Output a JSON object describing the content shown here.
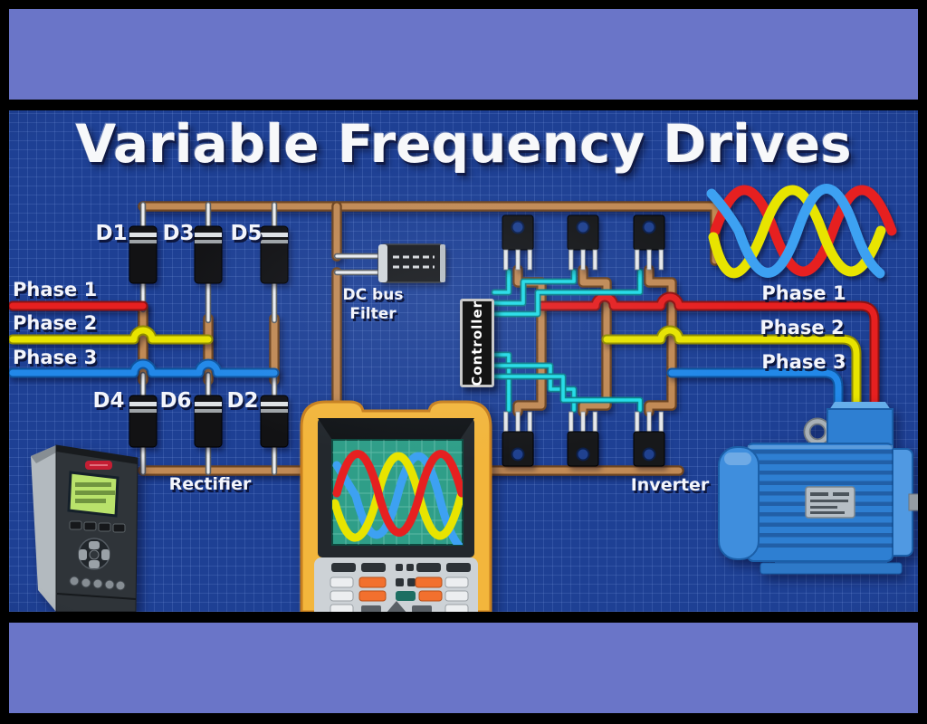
{
  "title": "Variable Frequency Drives",
  "labels": {
    "controller": "Controller",
    "rectifier": "Rectifier",
    "inverter": "Inverter",
    "dc_bus_filter_line1": "DC bus",
    "dc_bus_filter_line2": "Filter"
  },
  "input_phases": [
    {
      "label": "Phase 1",
      "color": "#e62020"
    },
    {
      "label": "Phase 2",
      "color": "#e8e400"
    },
    {
      "label": "Phase 3",
      "color": "#2288e8"
    }
  ],
  "output_phases": [
    {
      "label": "Phase 1",
      "color": "#e62020"
    },
    {
      "label": "Phase 2",
      "color": "#e8e400"
    },
    {
      "label": "Phase 3",
      "color": "#2288e8"
    }
  ],
  "diode_labels_top": [
    "D1",
    "D3",
    "D5"
  ],
  "diode_labels_bottom": [
    "D4",
    "D6",
    "D2"
  ],
  "colors": {
    "band_purple": "#6a75c8",
    "blueprint_blue": "#1e4094",
    "copper_wire": "#c18a55",
    "control_cyan": "#22dde6",
    "phase_red": "#e62020",
    "phase_yellow": "#e8e400",
    "phase_blue": "#2288e8",
    "scope_body_yellow": "#f3b63c",
    "scope_screen_teal": "#2f9e88",
    "motor_blue": "#2e7fd2"
  }
}
